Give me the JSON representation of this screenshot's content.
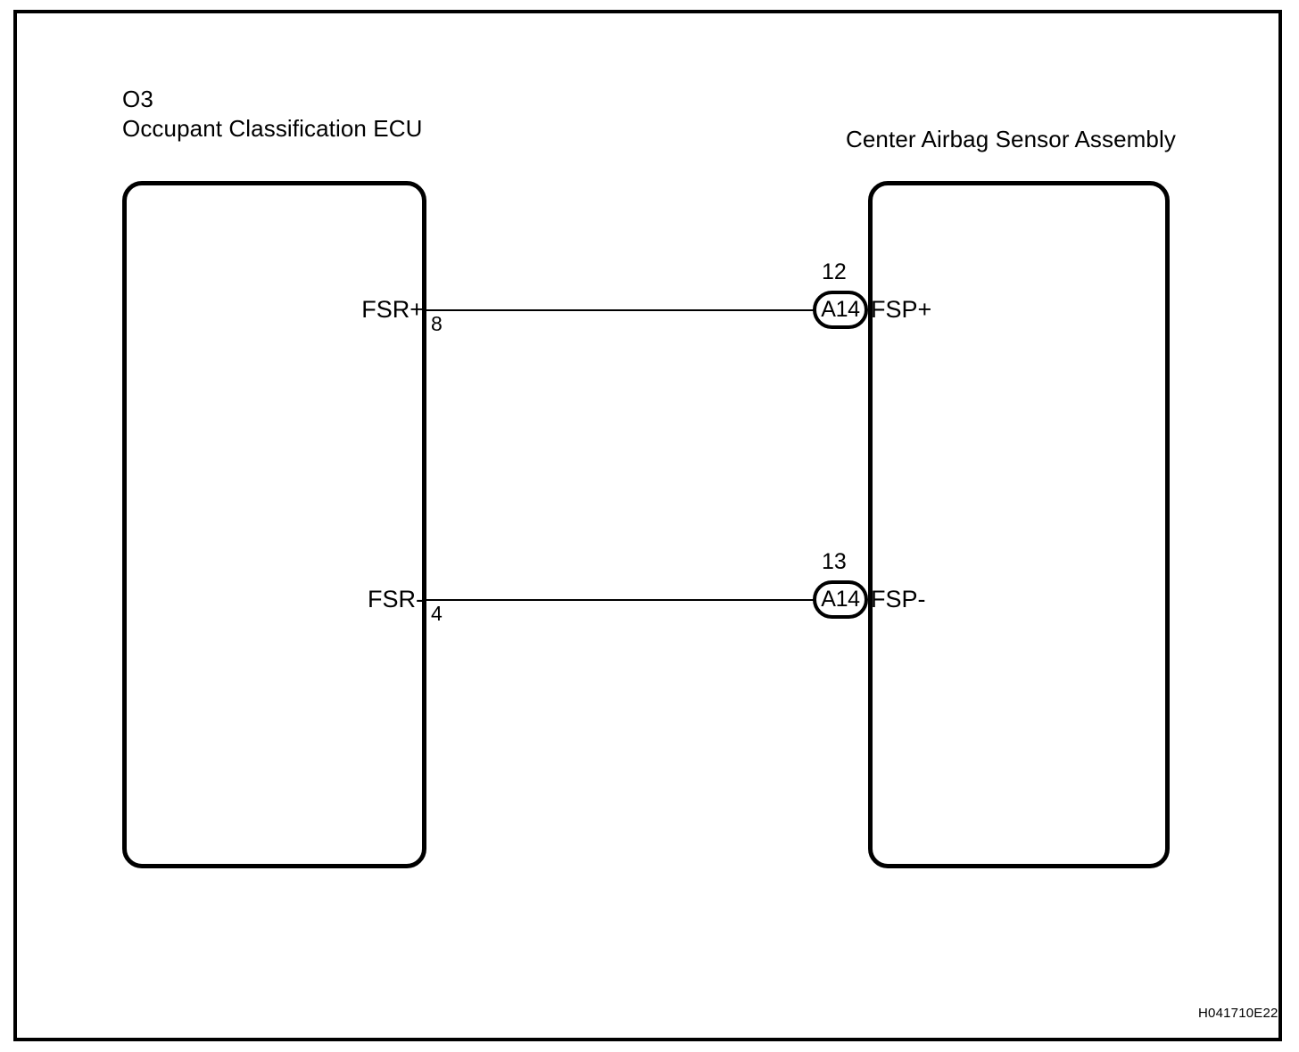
{
  "diagram": {
    "reference_code": "H041710E22",
    "left_component": {
      "code": "O3",
      "name": "Occupant Classification ECU",
      "title": "O3\nOccupant Classification ECU",
      "terminals": [
        {
          "label": "FSR+",
          "pin": "8"
        },
        {
          "label": "FSR-",
          "pin": "4"
        }
      ]
    },
    "right_component": {
      "name": "Center Airbag Sensor Assembly",
      "terminals": [
        {
          "label": "FSP+",
          "pin": "12",
          "connector": "A14"
        },
        {
          "label": "FSP-",
          "pin": "13",
          "connector": "A14"
        }
      ]
    },
    "connections": [
      {
        "from": "FSR+ (8)",
        "to": "FSP+ (A14-12)"
      },
      {
        "from": "FSR- (4)",
        "to": "FSP- (A14-13)"
      }
    ],
    "colors": {
      "line": "#000000",
      "background": "#ffffff"
    }
  }
}
